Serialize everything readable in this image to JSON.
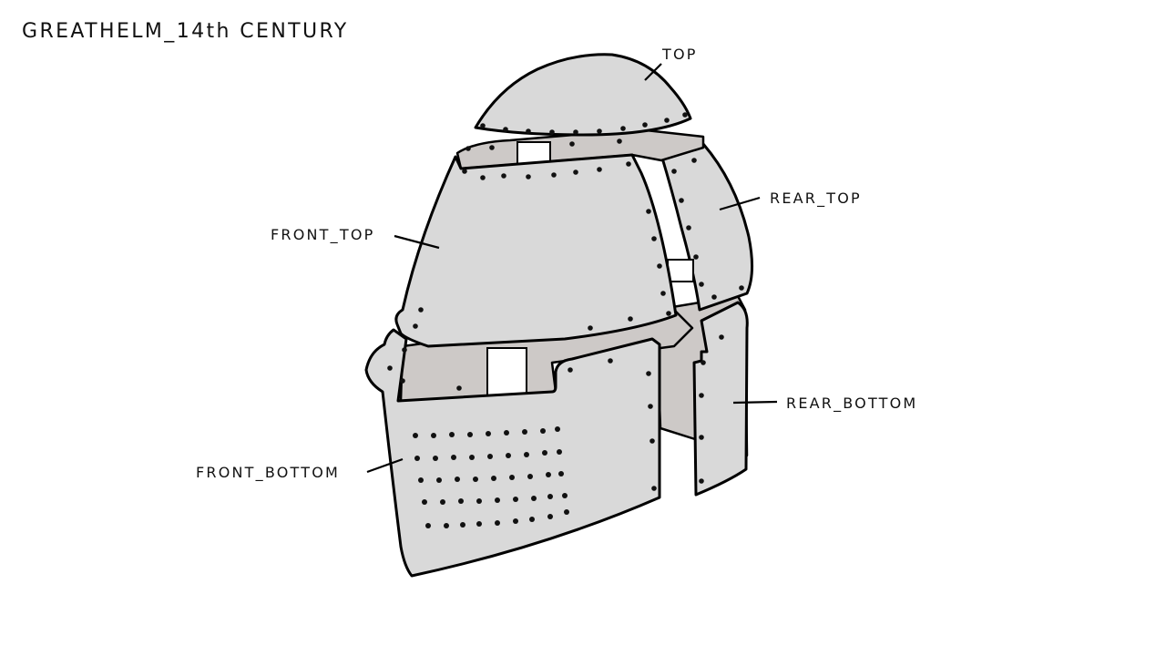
{
  "title": "GREATHELM_14th CENTURY",
  "labels": {
    "top": "TOP",
    "rear_top": "REAR_TOP",
    "front_top": "FRONT_TOP",
    "rear_bottom": "REAR_BOTTOM",
    "front_bottom": "FRONT_BOTTOM"
  }
}
